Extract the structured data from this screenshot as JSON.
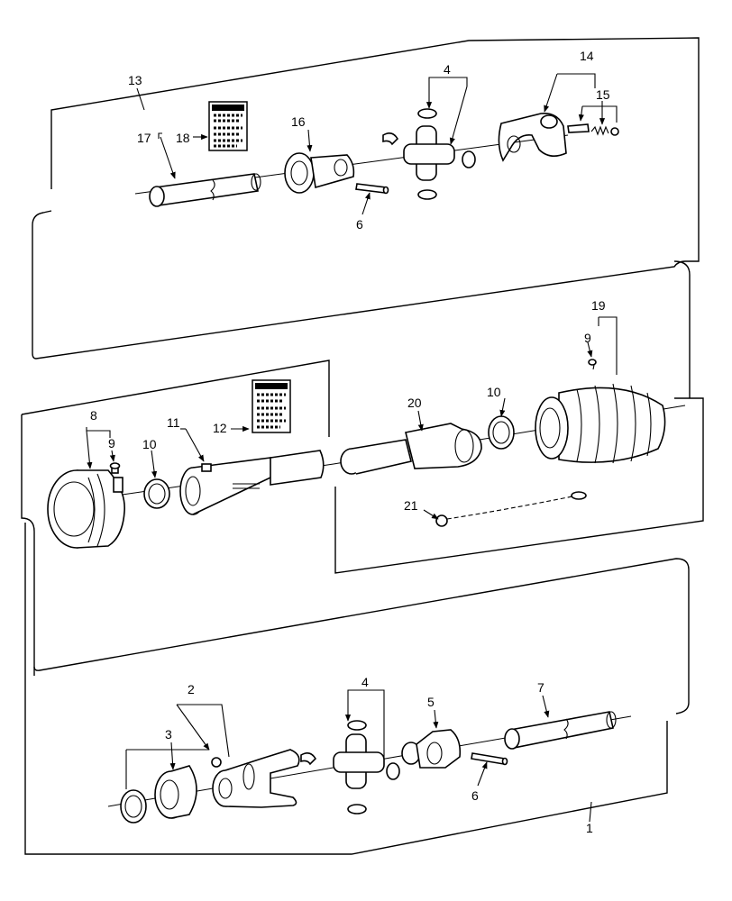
{
  "diagram": {
    "callouts": [
      "1",
      "2",
      "3",
      "4",
      "4",
      "5",
      "6",
      "6",
      "7",
      "8",
      "9",
      "9",
      "10",
      "10",
      "11",
      "12",
      "13",
      "14",
      "15",
      "16",
      "17",
      "18",
      "19",
      "20",
      "21"
    ]
  }
}
